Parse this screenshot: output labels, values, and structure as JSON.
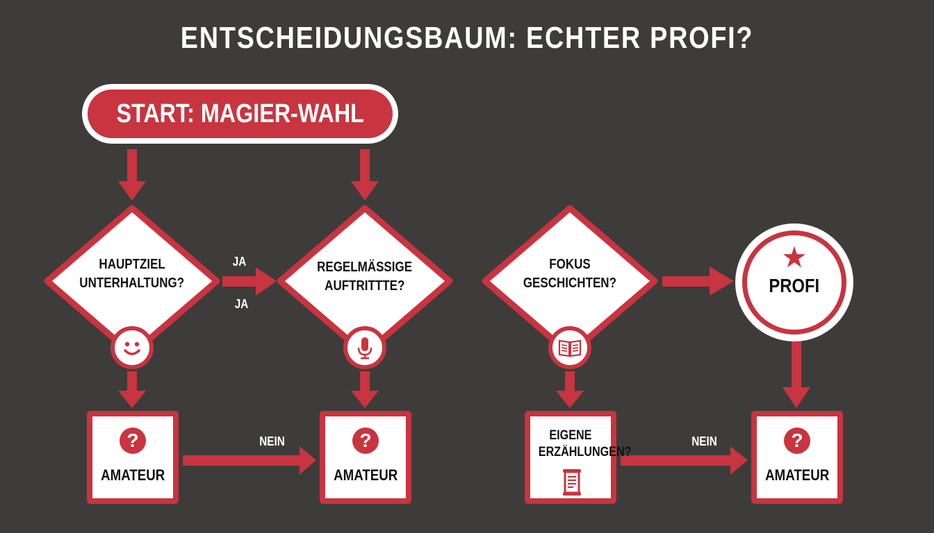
{
  "title": "ENTSCHEIDUNGSBAUM: ECHTER PROFI?",
  "colors": {
    "background": "#3d3c3a",
    "accent_red": "#c8343f",
    "node_fill": "#ffffff",
    "text_dark": "#111111",
    "text_light": "#ffffff"
  },
  "start": {
    "label": "START: MAGIER-WAHL"
  },
  "decisions": [
    {
      "id": "d1",
      "line1": "HAUPTZIEL",
      "line2": "UNTERHALTUNG?",
      "icon": "smiley-icon"
    },
    {
      "id": "d2",
      "line1": "REGELMÄSSIGE",
      "line2": "AUFTRITTTE?",
      "icon": "microphone-icon"
    },
    {
      "id": "d3",
      "line1": "FOKUS",
      "line2": "GESCHICHTEN?",
      "icon": "open-book-icon"
    }
  ],
  "edge_labels": {
    "ja_top": "JA",
    "ja_bottom": "JA",
    "nein_left": "NEIN",
    "nein_right": "NEIN"
  },
  "outcomes": [
    {
      "id": "o1",
      "label": "AMATEUR",
      "icon": "question-mark-icon",
      "icon_glyph": "?"
    },
    {
      "id": "o2",
      "label": "AMATEUR",
      "icon": "question-mark-icon",
      "icon_glyph": "?"
    },
    {
      "id": "o3",
      "line1": "EIGENE",
      "line2": "ERZÄHLUNGEN?",
      "icon": "scroll-icon"
    },
    {
      "id": "o4",
      "label": "AMATEUR",
      "icon": "question-mark-icon",
      "icon_glyph": "?"
    }
  ],
  "profi": {
    "label": "PROFI",
    "icon": "star-icon",
    "icon_glyph": "★"
  }
}
